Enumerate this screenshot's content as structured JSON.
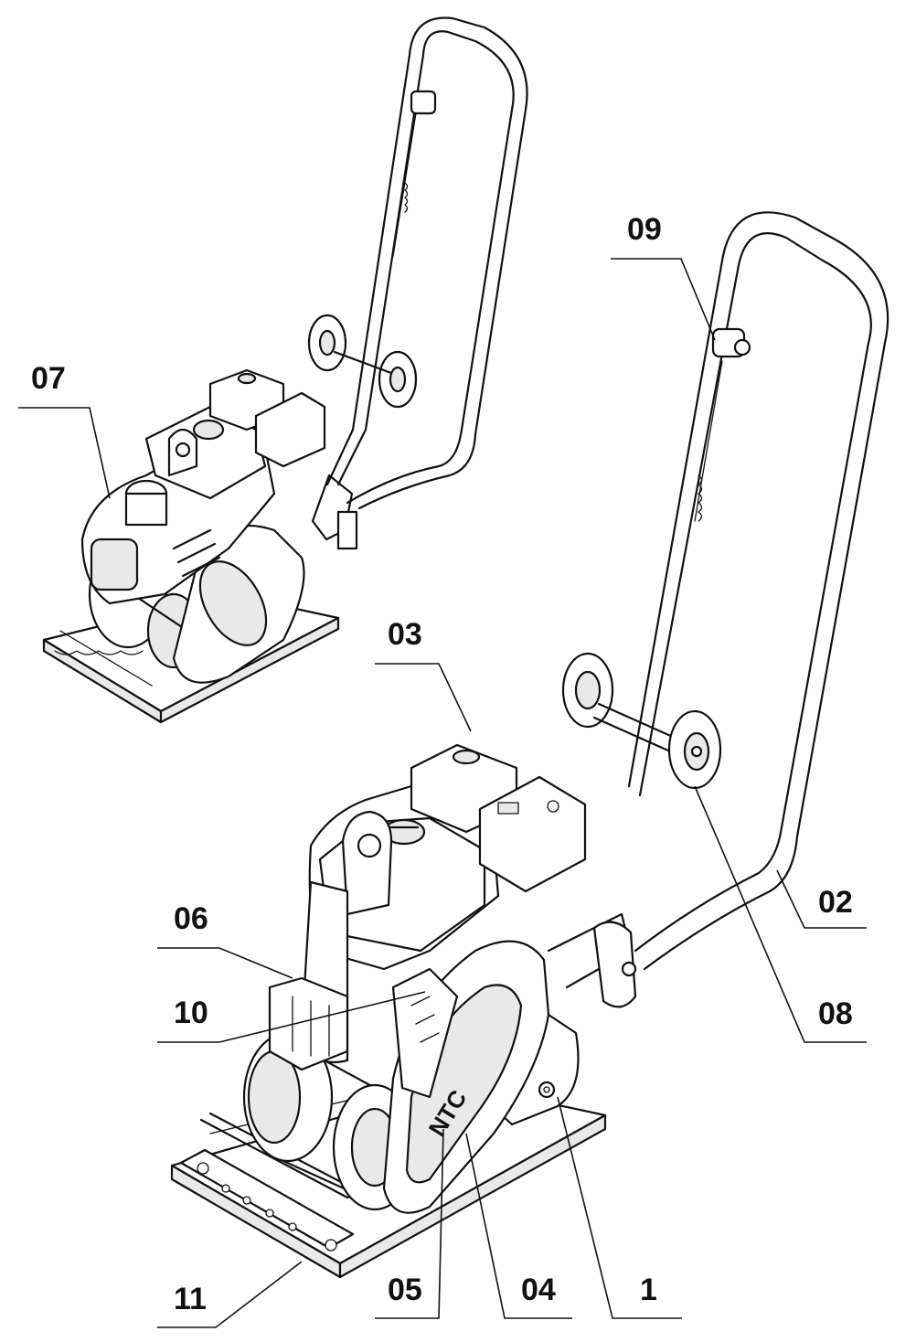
{
  "callouts": {
    "c07": "07",
    "c09": "09",
    "c03": "03",
    "c02": "02",
    "c06": "06",
    "c10": "10",
    "c08": "08",
    "c11": "11",
    "c05": "05",
    "c04": "04",
    "c1": "1"
  },
  "machine": {
    "brand_mark": "NTC"
  }
}
